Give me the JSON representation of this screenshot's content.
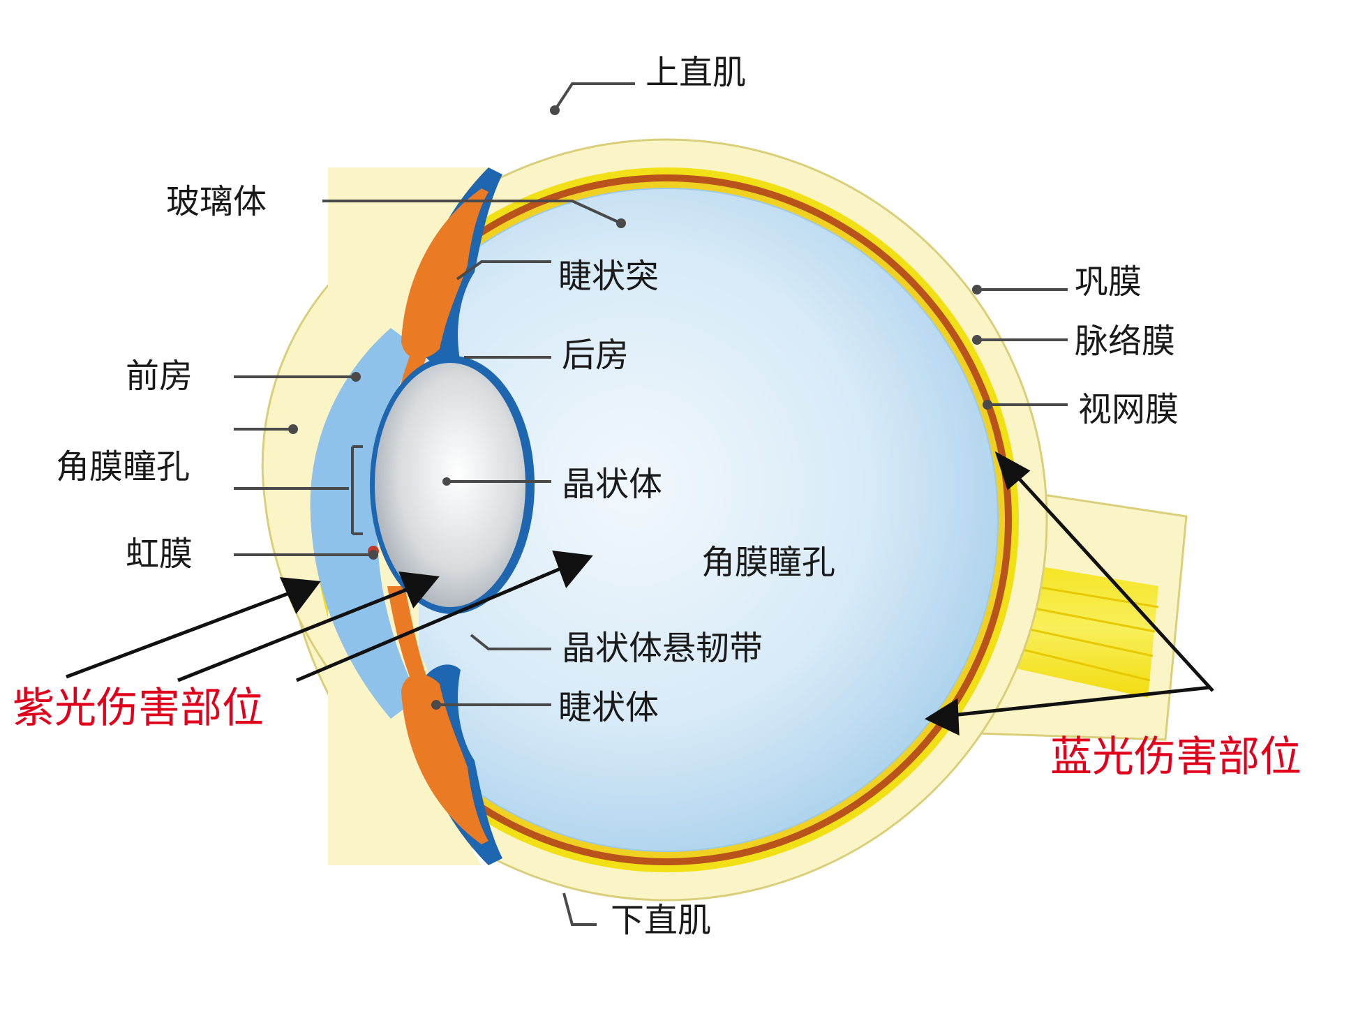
{
  "colors": {
    "sclera": "#fbf4c6",
    "sclera_edge": "#d9cf7a",
    "yellow_layer": "#f2e016",
    "choroid": "#b8531b",
    "vitreous": "#d3e8f6",
    "vitreous_edge": "#9ecae6",
    "ciliary": "#ea7a24",
    "dark_blue": "#1f66b1",
    "anterior": "#8ec2ea",
    "lens": "#d9dde1",
    "warning": "#e0001b",
    "line": "#4a4a4a"
  },
  "labels": {
    "superior_rectus": "上直肌",
    "vitreous": "玻璃体",
    "ciliary_process": "睫状突",
    "posterior_chamber": "后房",
    "anterior_chamber": "前房",
    "cornea_pupil_left": "角膜瞳孔",
    "lens": "晶状体",
    "cornea_pupil_center": "角膜瞳孔",
    "iris": "虹膜",
    "zonule": "晶状体悬韧带",
    "ciliary_body": "睫状体",
    "inferior_rectus": "下直肌",
    "sclera": "巩膜",
    "choroid": "脉络膜",
    "retina": "视网膜"
  },
  "warnings": {
    "uv_damage": "紫光伤害部位",
    "blue_damage": "蓝光伤害部位"
  }
}
